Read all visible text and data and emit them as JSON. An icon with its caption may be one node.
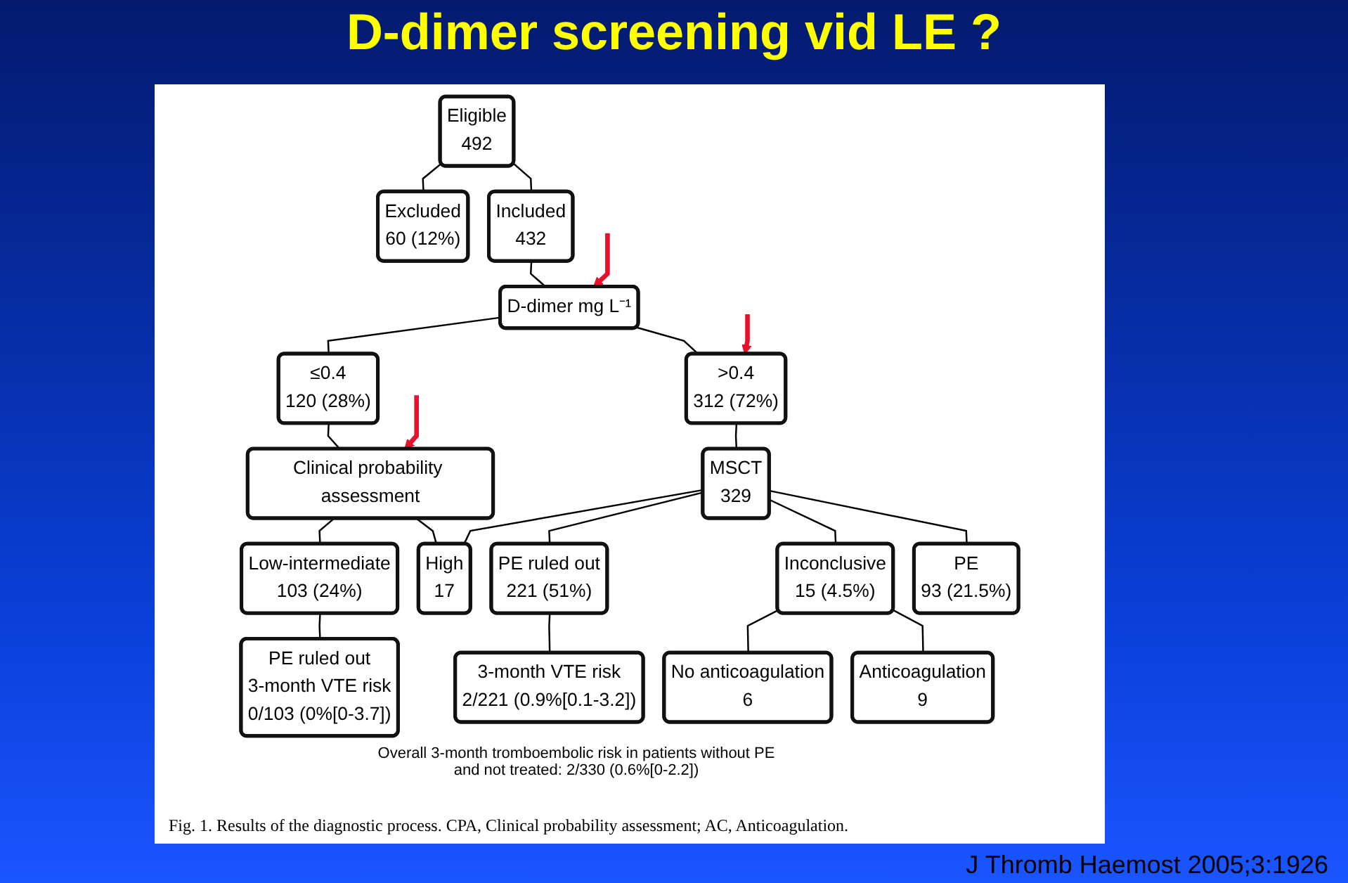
{
  "diagram": {
    "title": "D-dimer screening vid LE ?",
    "caption": "Fig. 1. Results of the diagnostic process. CPA, Clinical probability assessment; AC, Anticoagulation.",
    "nodes": [
      {
        "text": [
          "Eligible",
          "492"
        ]
      },
      {
        "text": [
          "Excluded",
          "60 (12%)"
        ]
      },
      {
        "text": [
          "Included",
          "432"
        ]
      },
      {
        "text": [
          "D-dimer mg L⁻¹"
        ]
      },
      {
        "text": [
          "≤0.4",
          "120 (28%)"
        ]
      },
      {
        "text": [
          ">0.4",
          "312 (72%)"
        ]
      },
      {
        "text": [
          "Clinical probability assessment"
        ]
      },
      {
        "text": [
          "MSCT",
          "329"
        ]
      },
      {
        "text": [
          "Low-intermediate",
          "103 (24%)"
        ]
      },
      {
        "text": [
          "High",
          "17"
        ]
      },
      {
        "text": [
          "PE ruled out",
          "221 (51%)"
        ]
      },
      {
        "text": [
          "Inconclusive",
          "15 (4.5%)"
        ]
      },
      {
        "text": [
          "PE",
          "93 (21.5%)"
        ]
      },
      {
        "text": [
          "PE ruled out",
          "3-month VTE risk",
          "0/103 (0%[0-3.7])"
        ]
      },
      {
        "text": [
          "3-month VTE risk",
          "2/221 (0.9%[0.1-3.2])"
        ]
      },
      {
        "text": [
          "No anticoagulation",
          "6"
        ]
      },
      {
        "text": [
          "Anticoagulation",
          "9"
        ]
      }
    ],
    "edges": [
      {
        "from": 0,
        "to": 2,
        "arrow": "none"
      },
      {
        "from": 0,
        "to": 1,
        "arrow": "none"
      },
      {
        "from": 2,
        "to": 3,
        "arrow": "none"
      },
      {
        "from": 3,
        "to": 4,
        "arrow": "none"
      },
      {
        "from": 3,
        "to": 5,
        "arrow": "none"
      },
      {
        "from": 4,
        "to": 6,
        "arrow": "none"
      },
      {
        "from": 5,
        "to": 7,
        "arrow": "none"
      },
      {
        "from": 6,
        "to": 8,
        "arrow": "none"
      },
      {
        "from": 6,
        "to": 9,
        "arrow": "none"
      },
      {
        "from": 7,
        "to": 9,
        "arrow": "none"
      },
      {
        "from": 7,
        "to": 10,
        "arrow": "none"
      },
      {
        "from": 7,
        "to": 11,
        "arrow": "none"
      },
      {
        "from": 7,
        "to": 12,
        "arrow": "none"
      },
      {
        "from": 8,
        "to": 13,
        "arrow": "none"
      },
      {
        "from": 10,
        "to": 14,
        "arrow": "none"
      },
      {
        "from": 11,
        "to": 15,
        "arrow": "none"
      },
      {
        "from": 11,
        "to": 16,
        "arrow": "none"
      },
      {
        "from": null,
        "to": 3,
        "arrow": "to",
        "style": "thick",
        "color": "#e8112d"
      },
      {
        "from": null,
        "to": 5,
        "arrow": "to",
        "style": "thick",
        "color": "#e8112d"
      },
      {
        "from": null,
        "to": 6,
        "arrow": "to",
        "style": "thick",
        "color": "#e8112d"
      }
    ],
    "labels": [
      "Overall 3-month tromboembolic risk in patients without PE and not treated: 2/330 (0.6%[0-2.2])",
      "J Thromb Haemost 2005;3:1926"
    ]
  }
}
